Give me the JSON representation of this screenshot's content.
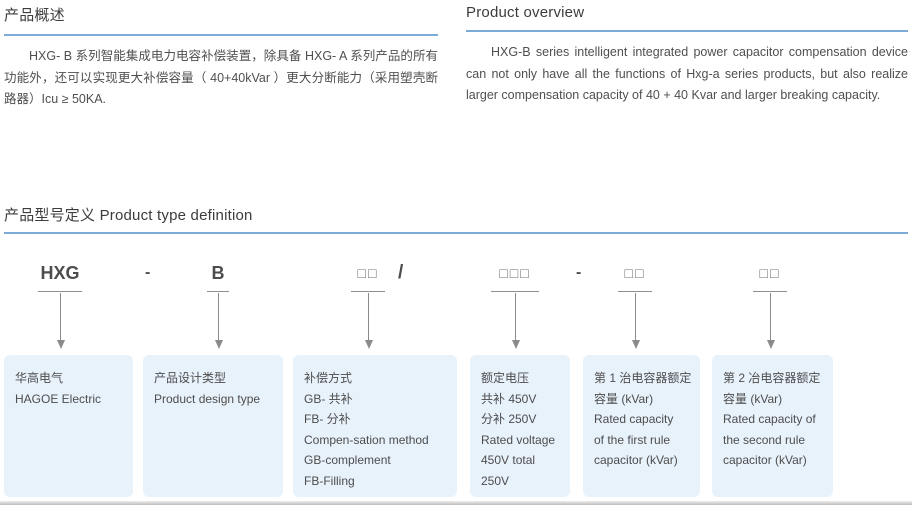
{
  "overview_zh": {
    "title": "产品概述",
    "body": "HXG- B 系列智能集成电力电容补偿装置，除具备 HXG- A 系列产品的所有功能外，还可以实现更大补偿容量（ 40+40kVar ）更大分断能力（采用塑壳断路器）Icu ≥ 50KA."
  },
  "overview_en": {
    "title": "Product overview",
    "body": "HXG-B series intelligent integrated power capacitor compensation device can not only have all the functions of Hxg-a series products, but also realize larger compensation capacity of 40 + 40 Kvar and larger breaking capacity."
  },
  "type_definition": {
    "title": "产品型号定义 Product type definition"
  },
  "model_code": {
    "brand": "HXG",
    "separator1": "-",
    "design": "B",
    "squares_method": "□□",
    "slash": "/",
    "squares_voltage": "□□□",
    "separator2": "-",
    "squares_capacity1": "□□",
    "squares_capacity2": "□□"
  },
  "legend_boxes": [
    {
      "lines": [
        "华高电气",
        "HAGOE Electric"
      ]
    },
    {
      "lines": [
        "产品设计类型",
        "Product design type"
      ]
    },
    {
      "lines": [
        "补偿方式",
        "GB- 共补",
        "FB- 分补",
        "Compen-sation method",
        "GB-complement",
        "FB-Filling"
      ]
    },
    {
      "lines": [
        "额定电压",
        "共补 450V",
        "分补 250V",
        "Rated voltage",
        "450V total",
        "250V"
      ]
    },
    {
      "lines": [
        "第 1 治电容器额定",
        "容量 (kVar)",
        "Rated capacity",
        "of the first rule",
        "capacitor (kVar)"
      ]
    },
    {
      "lines": [
        "第 2 冶电容器额定",
        "容量 (kVar)",
        "Rated capacity of",
        "the second rule",
        "capacitor (kVar)"
      ]
    }
  ],
  "colors": {
    "accent_rule": "#7dabd8",
    "legend_box_bg": "#e8f2fb"
  }
}
